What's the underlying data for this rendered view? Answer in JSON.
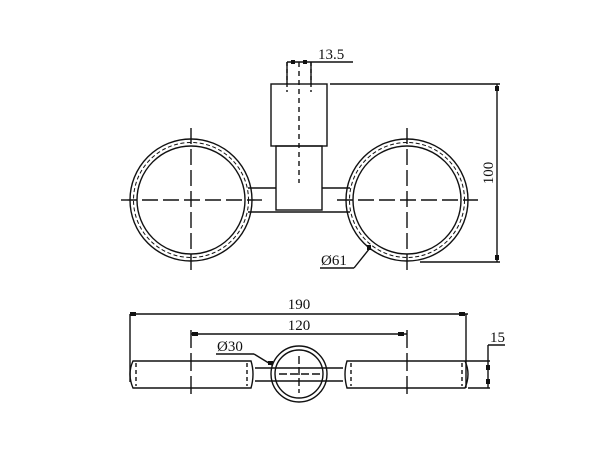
{
  "drawing": {
    "type": "technical-drawing",
    "description": "Double cup holder - front view and top view",
    "colors": {
      "line": "#111111",
      "background": "#ffffff"
    },
    "front_view": {
      "dimensions": {
        "post_width": "13.5",
        "height": "100",
        "ring_diameter": "Ø61"
      }
    },
    "top_view": {
      "dimensions": {
        "overall_width": "190",
        "center_distance": "120",
        "post_diameter": "Ø30",
        "thickness": "15"
      }
    }
  }
}
